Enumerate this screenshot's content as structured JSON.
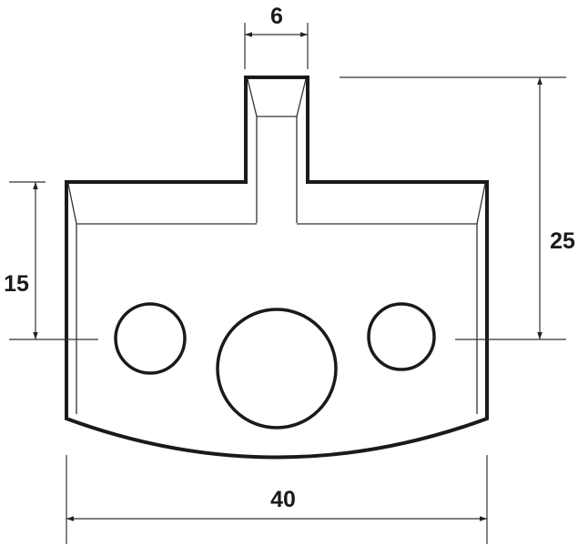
{
  "diagram": {
    "type": "technical-drawing",
    "subject": "cutter knife profile",
    "dimensions": {
      "top_width": "6",
      "left_height": "15",
      "right_height": "25",
      "bottom_width": "40"
    },
    "holes": [
      {
        "position": "left",
        "size": "small"
      },
      {
        "position": "center",
        "size": "large"
      },
      {
        "position": "right",
        "size": "small"
      }
    ],
    "colors": {
      "outline": "#1a1a1a",
      "dimension_line": "#333333",
      "background": "#ffffff"
    }
  }
}
